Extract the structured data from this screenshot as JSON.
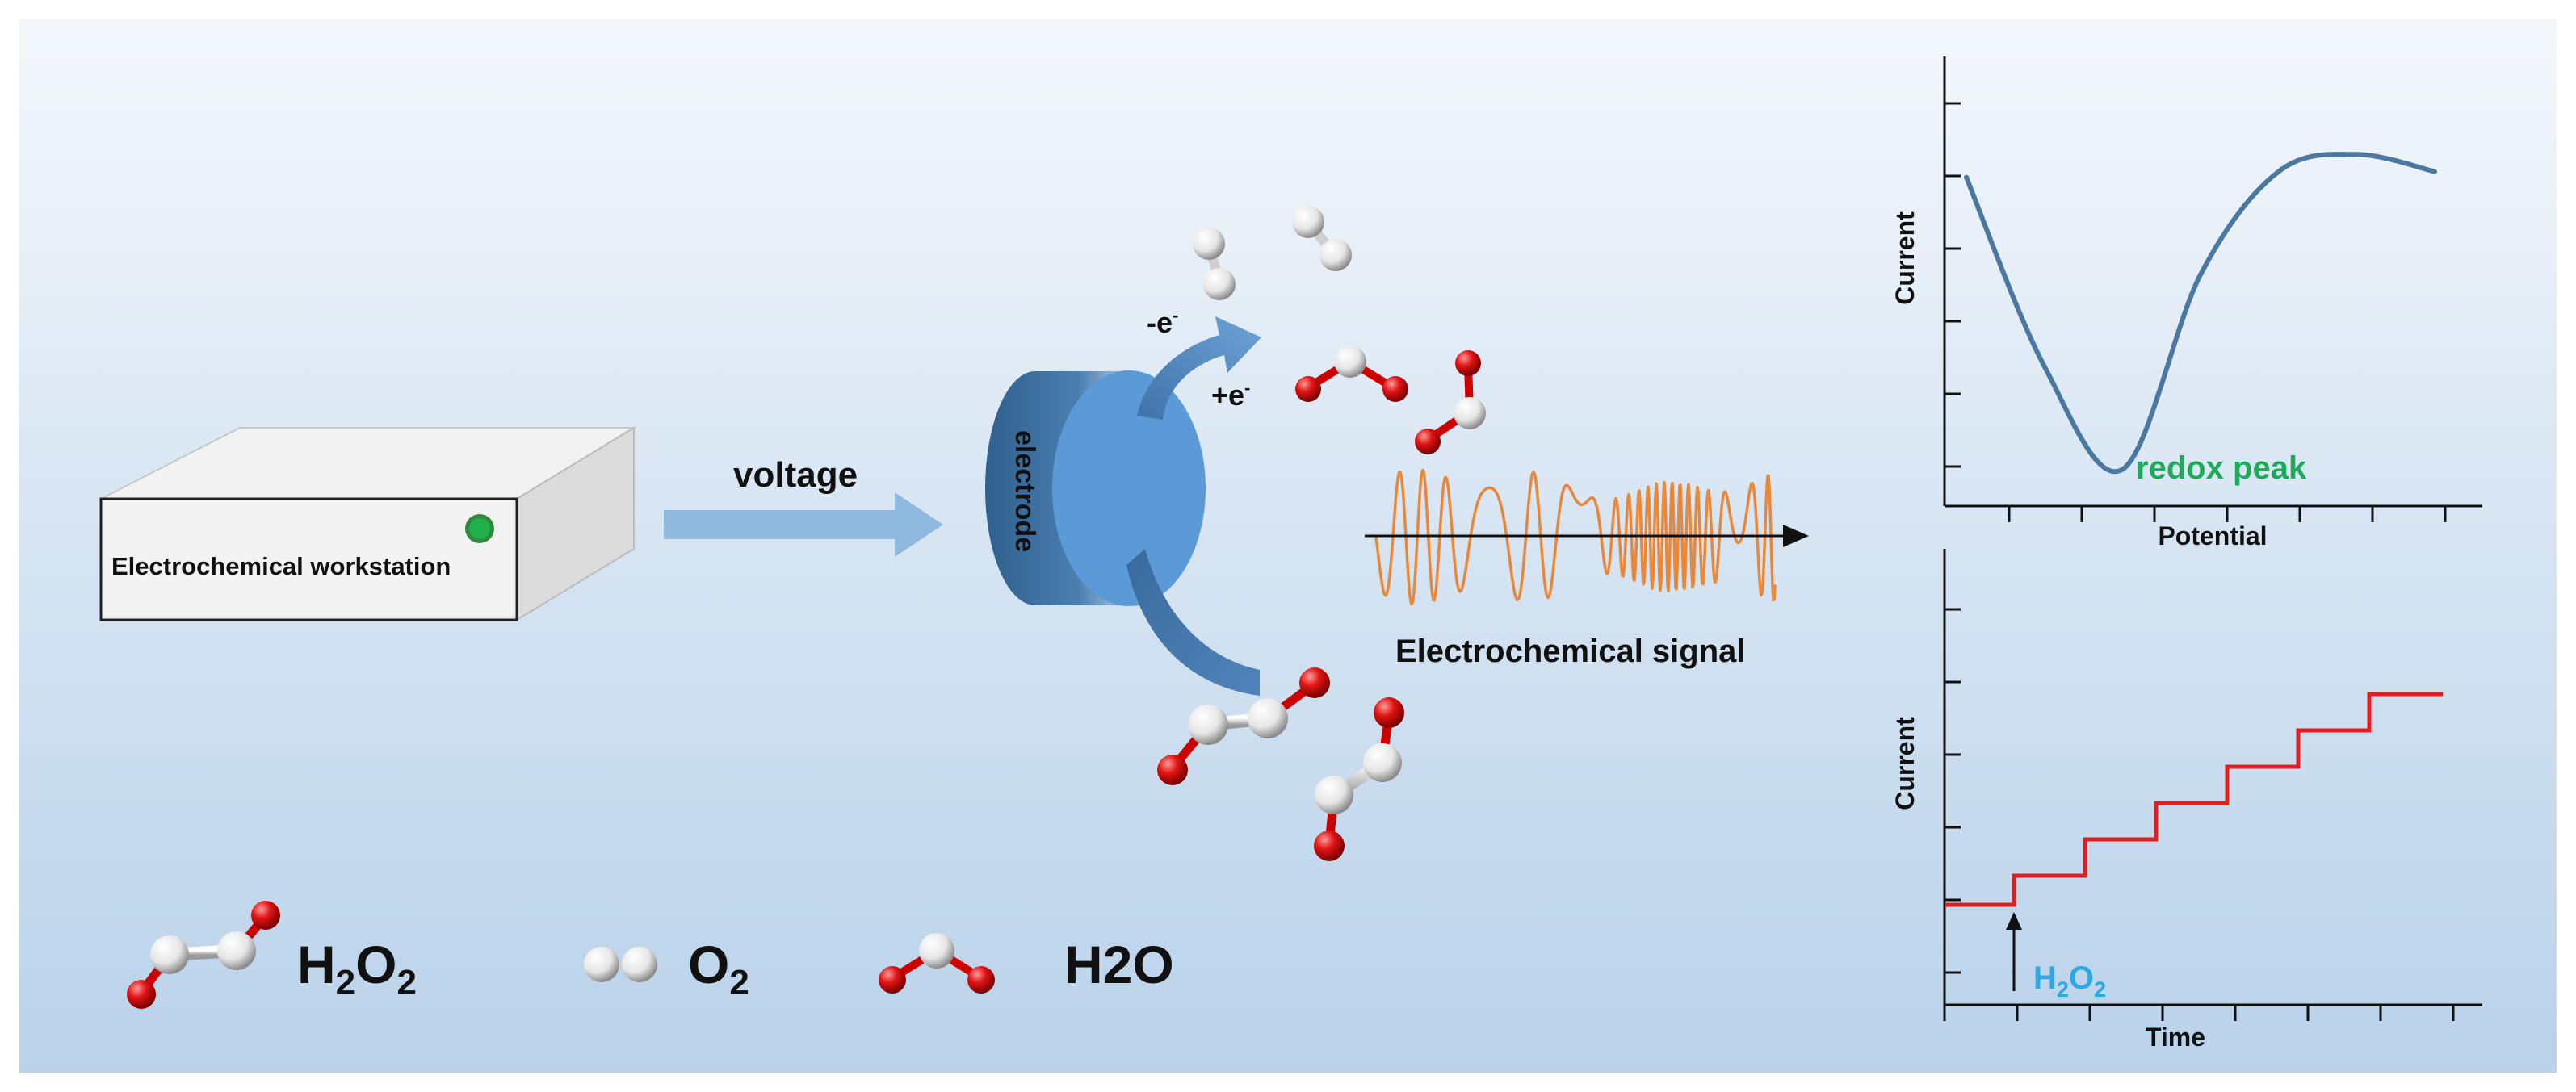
{
  "workstation": {
    "label": "Electrochemical workstation",
    "indicator_color": "#22b04a"
  },
  "arrow": {
    "label": "voltage"
  },
  "electrode": {
    "label": "electrode"
  },
  "reaction": {
    "oxidation": {
      "base": "-e",
      "sup": "-"
    },
    "reduction": {
      "base": "+e",
      "sup": "-"
    }
  },
  "signal": {
    "label": "Electrochemical signal",
    "color": "#e8883a"
  },
  "cv_chart": {
    "ylabel": "Current",
    "xlabel": "Potential",
    "annotation": "redox peak",
    "annotation_color": "#1faa59",
    "line_color": "#4a78a0"
  },
  "step_chart": {
    "ylabel": "Current",
    "xlabel": "Time",
    "marker_base": "H",
    "marker_sub1": "2",
    "marker_mid": "O",
    "marker_sub2": "2",
    "marker_color": "#2aa9e6",
    "line_color": "#e02020"
  },
  "legend": {
    "h2o2": {
      "base": "H",
      "sub1": "2",
      "mid": "O",
      "sub2": "2"
    },
    "o2": {
      "base": "O",
      "sub1": "2"
    },
    "h2o": {
      "label": "H2O"
    }
  },
  "colors": {
    "oxygen": "#d81010",
    "hydrogen": "#f0f0f0",
    "electrode": "#5b9ad6",
    "arrow": "#8fb8de"
  },
  "chart_data": [
    {
      "type": "line",
      "title": "",
      "xlabel": "Potential",
      "ylabel": "Current",
      "annotations": [
        "redox peak"
      ],
      "grid": false,
      "series": [
        {
          "x": [
            0,
            1,
            2,
            3,
            4,
            5,
            6
          ],
          "values": [
            4.3,
            1.0,
            -0.8,
            2.6,
            4.4,
            4.7,
            4.4
          ]
        }
      ]
    },
    {
      "type": "line",
      "title": "",
      "xlabel": "Time",
      "ylabel": "Current",
      "annotations": [
        "H2O2"
      ],
      "grid": false,
      "series": [
        {
          "x": [
            0,
            1,
            2,
            3,
            4,
            5,
            6,
            7
          ],
          "values": [
            1,
            1.4,
            1.9,
            2.4,
            2.9,
            3.4,
            3.9,
            3.9
          ],
          "shape": "step"
        }
      ]
    }
  ]
}
